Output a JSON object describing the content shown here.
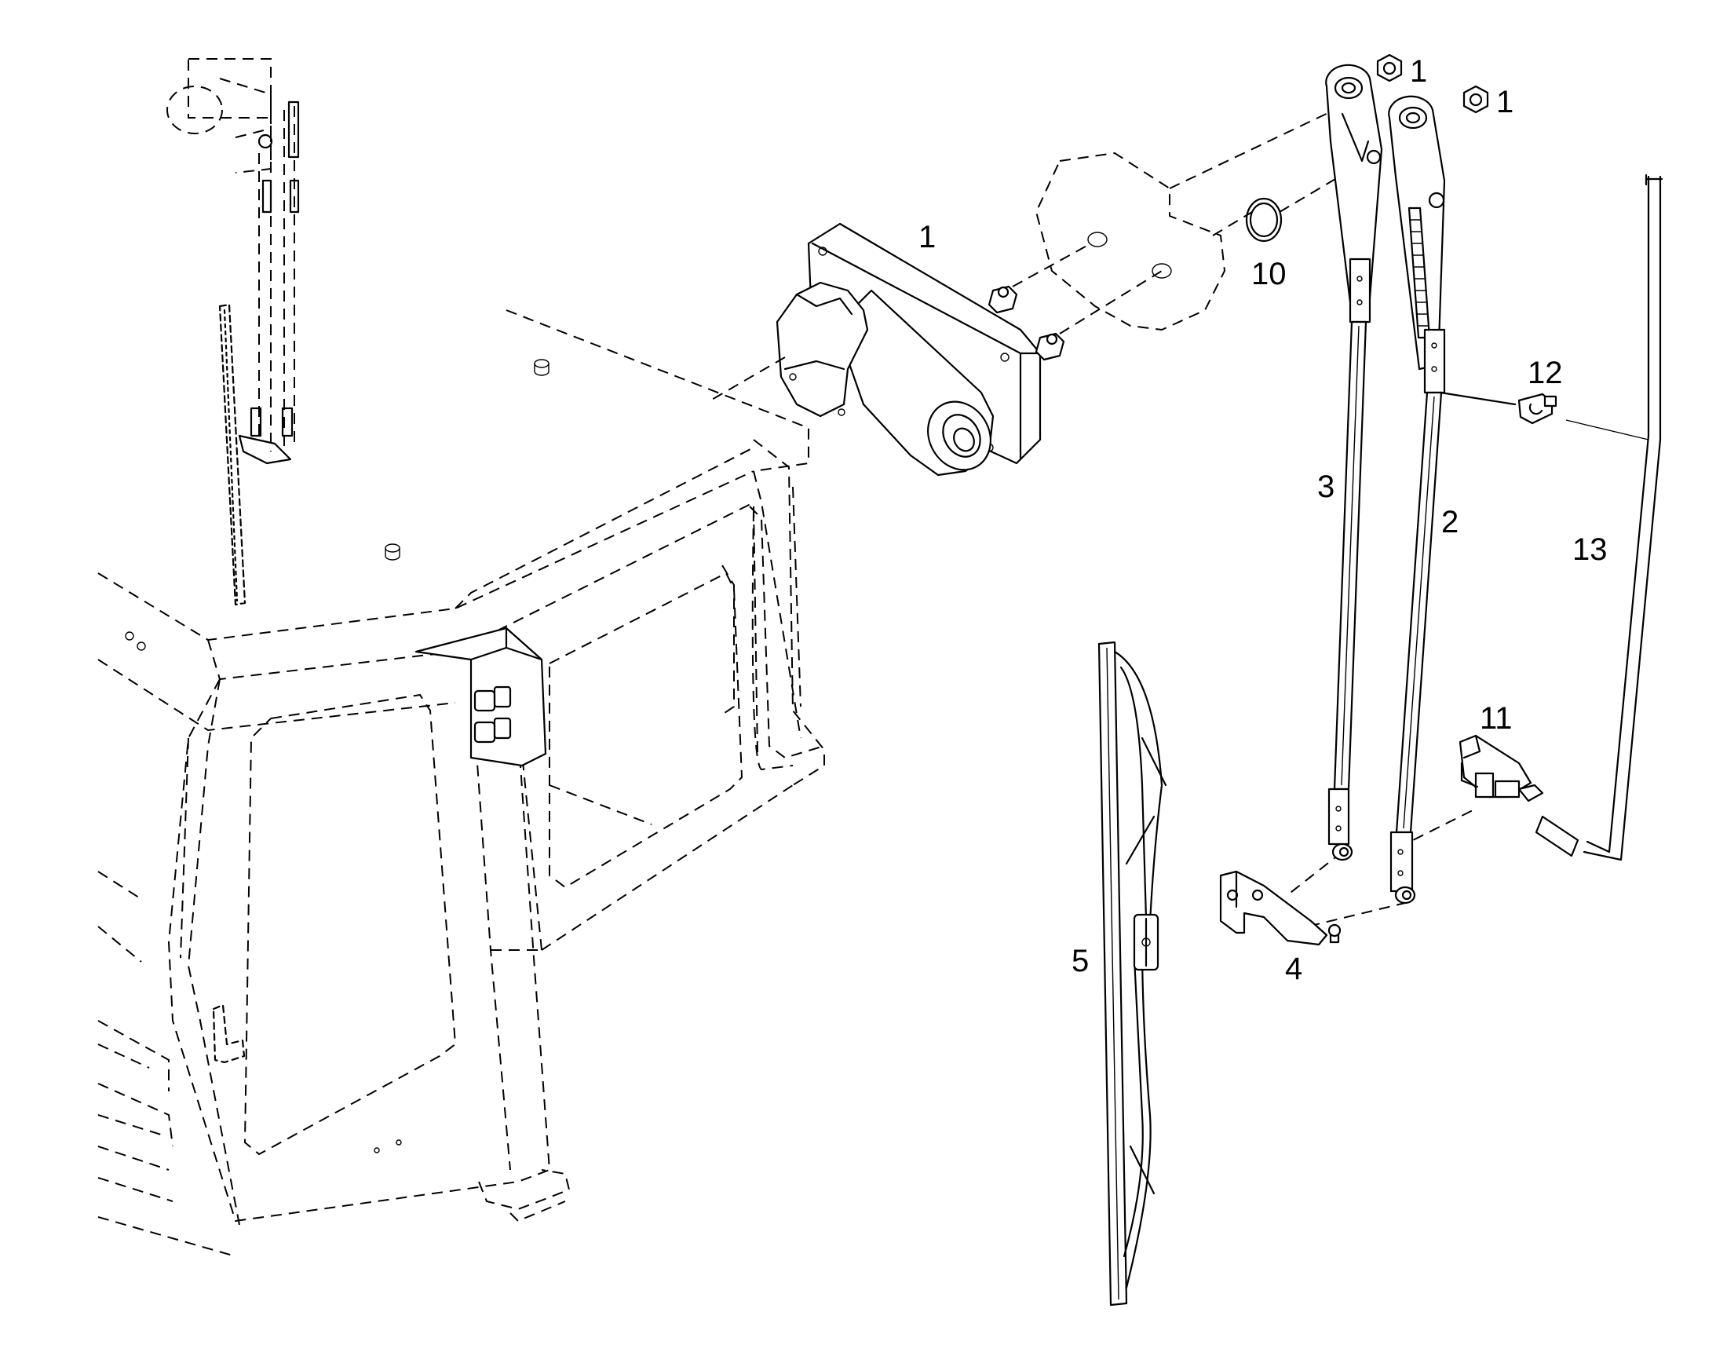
{
  "callouts": {
    "nut_a": "1",
    "nut_b": "1",
    "motor": "1",
    "seal": "10",
    "arm_3": "3",
    "arm_2": "2",
    "clip": "12",
    "hose": "13",
    "nozzle": "11",
    "bracket": "4",
    "blade": "5"
  },
  "colors": {
    "line": "#000000",
    "background": "#ffffff"
  }
}
